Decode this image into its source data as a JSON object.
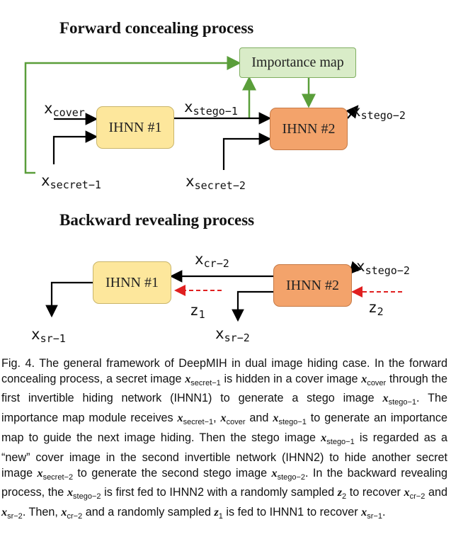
{
  "forward": {
    "title": "Forward concealing process",
    "importance_map": "Importance map",
    "ihnn1": "IHNN #1",
    "ihnn2": "IHNN #2",
    "x_cover": {
      "base": "x",
      "sub": "cover"
    },
    "x_secret1": {
      "base": "x",
      "sub": "secret−1"
    },
    "x_stego1": {
      "base": "x",
      "sub": "stego−1"
    },
    "x_secret2": {
      "base": "x",
      "sub": "secret−2"
    },
    "x_stego2": {
      "base": "x",
      "sub": "stego−2"
    }
  },
  "backward": {
    "title": "Backward revealing process",
    "ihnn1": "IHNN #1",
    "ihnn2": "IHNN #2",
    "x_cr2": {
      "base": "x",
      "sub": "cr−2"
    },
    "x_stego2": {
      "base": "x",
      "sub": "stego−2"
    },
    "z1": {
      "base": "z",
      "sub": "1"
    },
    "z2": {
      "base": "z",
      "sub": "2"
    },
    "x_sr1": {
      "base": "x",
      "sub": "sr−1"
    },
    "x_sr2": {
      "base": "x",
      "sub": "sr−2"
    }
  },
  "caption": {
    "p1": "Fig. 4. The general framework of DeepMIH in dual image hiding case. In the forward concealing process, a secret image ",
    "v1": "x",
    "v1s": "secret−1",
    "p2": " is hidden in a cover image ",
    "v2": "x",
    "v2s": "cover",
    "p3": " through the first invertible hiding network (IHNN1) to generate a stego image ",
    "v3": "x",
    "v3s": "stego−1",
    "p4": ". The importance map module receives ",
    "v4": "x",
    "v4s": "secret−1",
    "p5": ", ",
    "v5": "x",
    "v5s": "cover",
    "p6": " and ",
    "v6": "x",
    "v6s": "stego−1",
    "p7": " to generate an importance map to guide the next image hiding. Then the stego image ",
    "v7": "x",
    "v7s": "stego−1",
    "p8": " is regarded as a “new” cover image in the second invertible network (IHNN2) to hide another secret image ",
    "v8": "x",
    "v8s": "secret−2",
    "p9": " to generate the second stego image ",
    "v9": "x",
    "v9s": "stego−2",
    "p10": ". In the backward revealing process, the ",
    "v10": "x",
    "v10s": "stego−2",
    "p11": " is first fed to IHNN2 with a randomly sampled ",
    "v11": "z",
    "v11s": "2",
    "p12": " to recover ",
    "v12": "x",
    "v12s": "cr−2",
    "p13": " and ",
    "v13": "x",
    "v13s": "sr−2",
    "p14": ". Then, ",
    "v14": "x",
    "v14s": "cr−2",
    "p15": " and a randomly sampled ",
    "v15": "z",
    "v15s": "1",
    "p16": " is fed to IHNN1 to recover ",
    "v16": "x",
    "v16s": "sr−1",
    "p17": "."
  },
  "colors": {
    "green_line": "#5a9e3a",
    "red_dash": "#e02020",
    "yellow_box": "#fde79c",
    "orange_box": "#f3a36b",
    "green_box": "#d9ecc8"
  }
}
